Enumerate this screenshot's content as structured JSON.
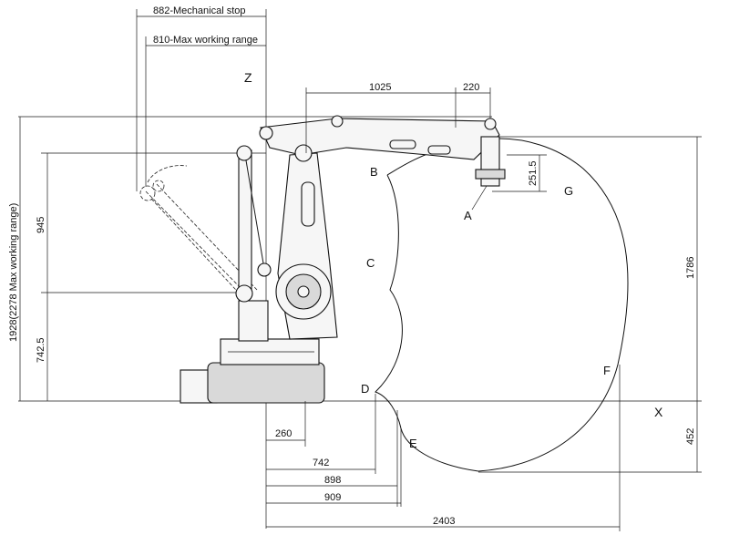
{
  "axes": {
    "z_label": "Z",
    "x_label": "X"
  },
  "top_dims": {
    "mech_stop": "882-Mechanical stop",
    "max_range": "810-Max working range",
    "d1025": "1025",
    "d220": "220"
  },
  "left_dims": {
    "total": "1928(2278 Max working range)",
    "d945": "945",
    "d742_5": "742.5"
  },
  "right_dims": {
    "d251_5": "251.5",
    "d1786": "1786",
    "d452": "452"
  },
  "bottom_dims": {
    "d260": "260",
    "d742": "742",
    "d898": "898",
    "d909": "909",
    "d2403": "2403"
  },
  "points": {
    "A": "A",
    "B": "B",
    "C": "C",
    "D": "D",
    "E": "E",
    "F": "F",
    "G": "G"
  }
}
